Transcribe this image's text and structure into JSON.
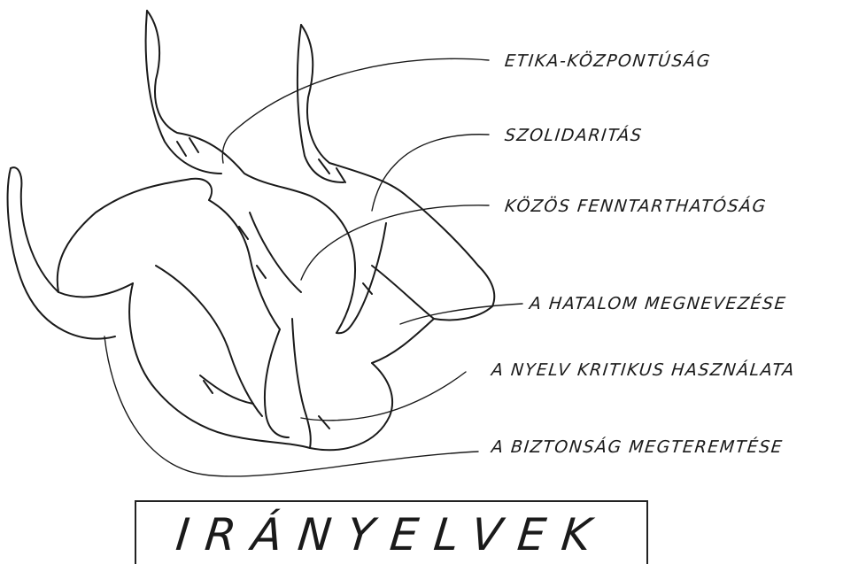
{
  "labels": [
    "ETIKA-KÖZPONTÚSÁG",
    "SZOLIDARITÁS",
    "KÖZÖS FENNTARTHATÓSÁG",
    "A HATALOM MEGNEVEZÉSE",
    "A NYELV KRITIKUS HASZNÁLATA",
    "A BIZTONSÁG MEGTEREMTÉSE"
  ],
  "title": "IRÁNYELVEK",
  "illustration": "clasped-hands-sketch"
}
